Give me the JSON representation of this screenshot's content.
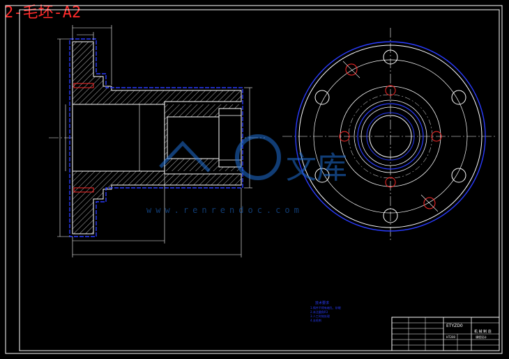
{
  "header": {
    "title": "2-毛坯-A2"
  },
  "watermark": {
    "site": "www.renrendoc.com",
    "brand": "文库"
  },
  "notes": {
    "heading": "技术要求",
    "lines": [
      "1.铸件不得有缩孔、砂眼",
      "2.未注圆角R3",
      "3.人工时效处理",
      "4.去毛刺"
    ]
  },
  "title_block": {
    "code": "ETYZD0",
    "name": "机 械 制 造",
    "subtitle": "课程设计",
    "material": "HT200"
  },
  "colors": {
    "background": "#000000",
    "outline": "#ffffff",
    "hidden_blue": "#2a3cff",
    "accent_red": "#ff2a2a",
    "frame": "#ffffff"
  }
}
